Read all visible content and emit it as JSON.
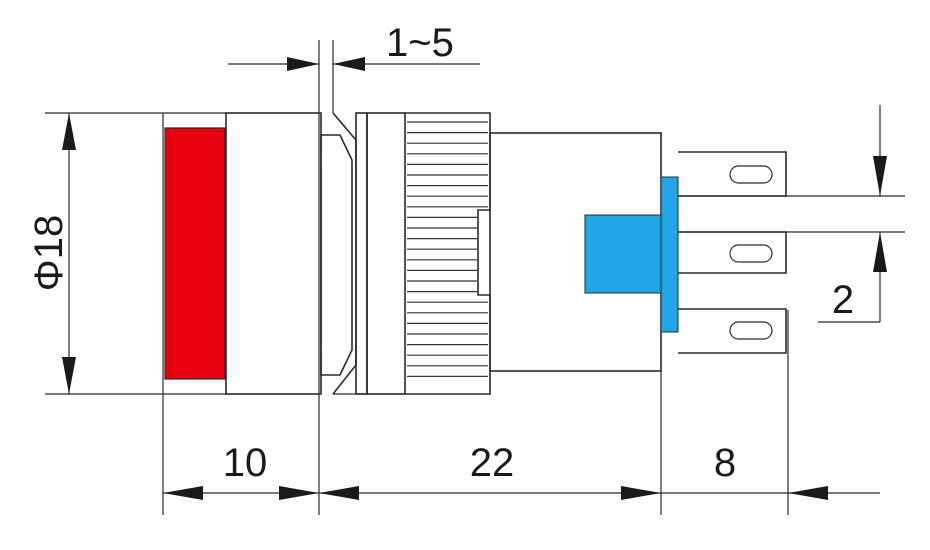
{
  "colors": {
    "lens": "#e8000f",
    "actuator": "#1ea6e6",
    "line": "#2a2a2a"
  },
  "dimensions": {
    "panel_thickness": "1~5",
    "diameter": "Φ18",
    "lens_depth": "10",
    "body_length": "22",
    "terminal_length": "8",
    "terminal_pitch": "2"
  }
}
